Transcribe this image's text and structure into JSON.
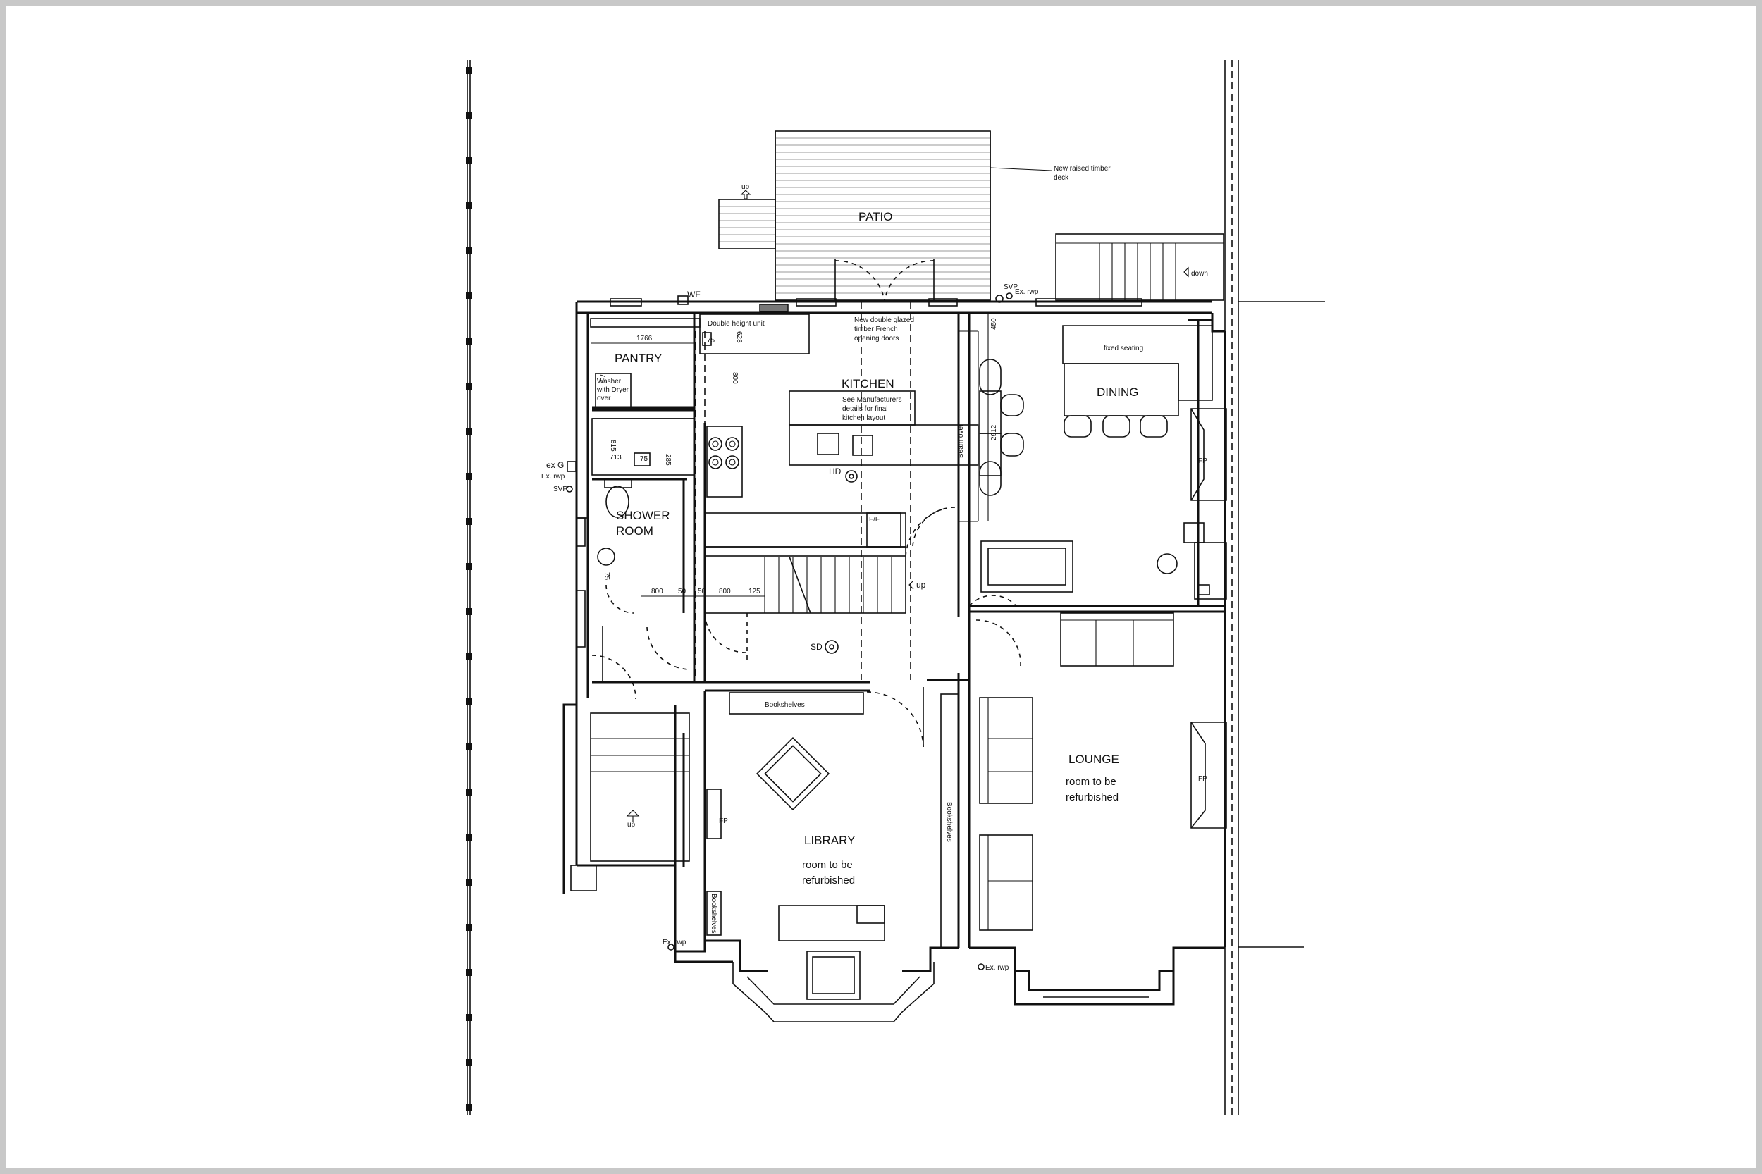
{
  "rooms": {
    "patio": "PATIO",
    "pantry": "PANTRY",
    "kitchen": "KITCHEN",
    "dining": "DINING",
    "shower_line1": "SHOWER",
    "shower_line2": "ROOM",
    "library": "LIBRARY",
    "lounge": "LOUNGE",
    "refurb_line1": "room to be",
    "refurb_line2": "refurbished"
  },
  "notes": {
    "deck_line1": "New raised timber",
    "deck_line2": "deck",
    "french_line1": "New double glazed",
    "french_line2": "timber French",
    "french_line3": "opening doors",
    "manuf_line1": "See Manufacturers",
    "manuf_line2": "details for final",
    "manuf_line3": "kitchen layout",
    "double_height": "Double height unit",
    "washer_line1": "Washer",
    "washer_line2": "with Dryer",
    "washer_line3": "over",
    "fixed_seating": "fixed seating",
    "bookshelves": "Bookshelves",
    "beam_over": "Beam over"
  },
  "symbols": {
    "wf": "WF",
    "svp": "SVP",
    "ex_rwp": "Ex. rwp",
    "ex_g": "ex G",
    "hd": "HD",
    "sd": "SD",
    "ff": "F/F",
    "fp": "FP",
    "up": "up",
    "down": "down"
  },
  "dims": {
    "d1766": "1766",
    "d628": "628",
    "d75": "75",
    "d800": "800",
    "d815": "815",
    "d713": "713",
    "d285": "285",
    "d50": "50",
    "d125": "125",
    "d450": "450",
    "d2912": "2912"
  },
  "colors": {
    "line": "#111111",
    "frame": "#c8c8c8",
    "background": "#ffffff"
  }
}
